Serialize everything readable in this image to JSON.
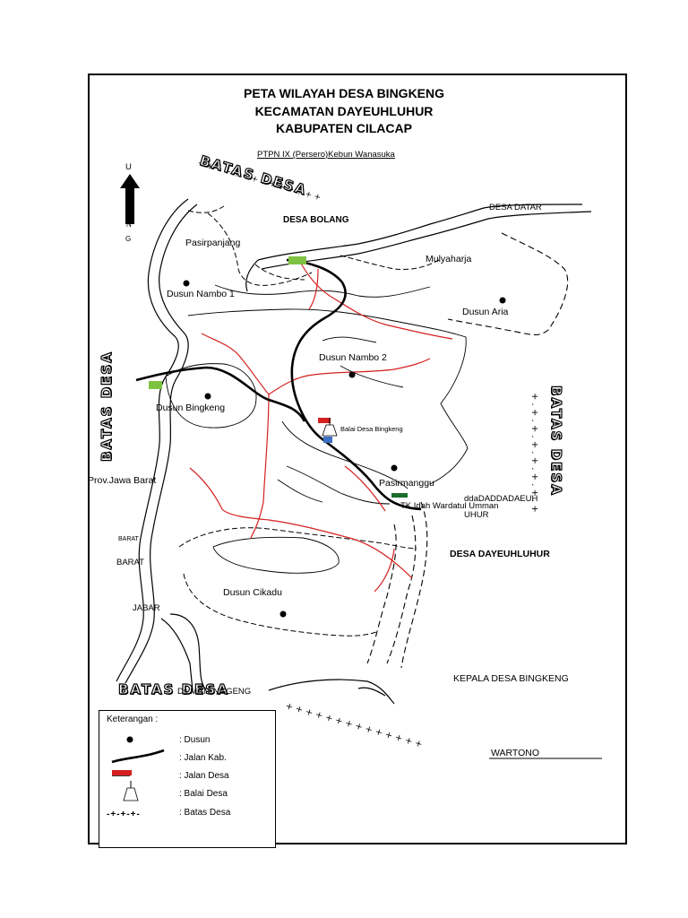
{
  "title": {
    "line1": "PETA WILAYAH DESA BINGKENG",
    "line2": "KECAMATAN DAYEUHLUHUR",
    "line3": "KABUPATEN CILACAP"
  },
  "north_arrow": {
    "u": "U",
    "n": "N",
    "g": "G"
  },
  "labels": {
    "ptpn": "PTPN IX (Persero)Kebun Wanasuka",
    "batas_top": "BATAS DESA",
    "batas_left": "BATAS DESA",
    "batas_right": "BATAS DESA",
    "batas_bottom": "BATAS DESA",
    "desa_bolang": "DESA BOLANG",
    "desa_datar": "DESA DATAR",
    "pasirpanjang": "Pasirpanjang",
    "mulyaharja": "Mulyaharja",
    "dusun_nambo1": "Dusun Nambo 1",
    "dusun_aria": "Dusun Aria",
    "dusun_nambo2": "Dusun Nambo 2",
    "dusun_bingkeng": "Dusun Bingkeng",
    "balai_desa": "Balai Desa Bingkeng",
    "pasirmanggu": "Pasirmanggu",
    "prov_jabar": "Prov.Jawa Barat",
    "dda": "ddaDADDADAEUH",
    "tk": "TK Idah Wardatul Umman",
    "uhur": "UHUR",
    "barat1": "BARAT",
    "barat2": "BARAT",
    "desa_dayeuhluhur": "DESA DAYEUHLUHUR",
    "dusun_cikadu": "Dusun Cikadu",
    "jabar": "JABAR",
    "ds_matenggeng": "Ds.MATENGGENG",
    "kepala_desa": "KEPALA DESA BINGKENG",
    "wartono": "WARTONO"
  },
  "legend": {
    "title": "Keterangan :",
    "items": [
      {
        "symbol": "dot",
        "label": ": Dusun"
      },
      {
        "symbol": "black-curve",
        "label": ": Jalan Kab."
      },
      {
        "symbol": "red-line",
        "label": ": Jalan Desa"
      },
      {
        "symbol": "flag",
        "label": ": Balai Desa"
      },
      {
        "symbol": "border-cross",
        "label": ":  Batas Desa"
      }
    ],
    "border_symbol": "-+-+-+-"
  },
  "colors": {
    "kab_road": "#000000",
    "desa_road": "#d42020",
    "marker_green": "#7ec242",
    "flag_red": "#d42020",
    "flag_blue": "#3a6fc4"
  }
}
